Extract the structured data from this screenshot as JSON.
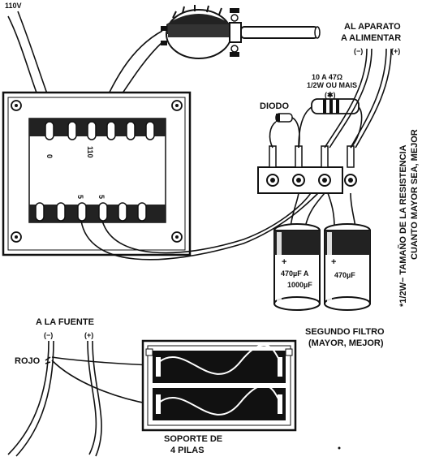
{
  "labels": {
    "mains_voltage": "110V",
    "output_title_1": "AL APARATO",
    "output_title_2": "A ALIMENTAR",
    "output_neg": "(−)",
    "output_pos": "(+)",
    "resistor_value_1": "10 A 47Ω",
    "resistor_value_2": "1/2W OU MAIS",
    "resistor_mark": "(✱)",
    "diode": "DIODO",
    "transformer_tap_0": "0",
    "transformer_tap_110": "110",
    "secondary_tap_a": "5",
    "secondary_tap_b": "5",
    "cap1_value_1": "470µF A",
    "cap1_value_2": "1000µF",
    "cap2_value": "470µF",
    "cap_plus": "+",
    "second_filter_1": "SEGUNDO FILTRO",
    "second_filter_2": "(MAYOR, MEJOR)",
    "source_title": "A LA FUENTE",
    "source_neg": "(−)",
    "source_pos": "(+)",
    "red_wire": "ROJO",
    "holder_1": "SOPORTE DE",
    "holder_2": "4 PILAS",
    "side_note_1": "*1/2W− TAMAÑO DE LA RESISTENCIA",
    "side_note_2": "CUANTO MAYOR SEA, MEJOR"
  },
  "colors": {
    "ink": "#111111",
    "paper": "#ffffff"
  }
}
